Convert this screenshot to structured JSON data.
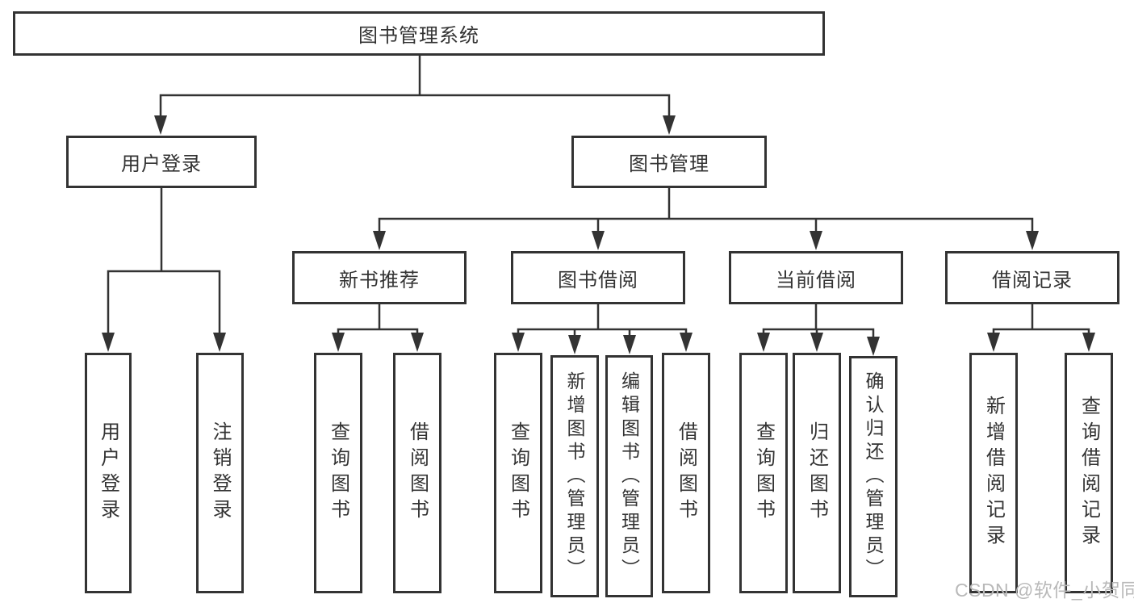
{
  "diagram": {
    "root": {
      "label": "图书管理系统"
    },
    "branches": [
      {
        "label": "用户登录",
        "children": [
          {
            "label": "用户登录"
          },
          {
            "label": "注销登录"
          }
        ]
      },
      {
        "label": "图书管理",
        "children": [
          {
            "label": "新书推荐",
            "children": [
              {
                "label": "查询图书"
              },
              {
                "label": "借阅图书"
              }
            ]
          },
          {
            "label": "图书借阅",
            "children": [
              {
                "label": "查询图书"
              },
              {
                "label": "新增图书（管理员）"
              },
              {
                "label": "编辑图书（管理员）"
              },
              {
                "label": "借阅图书"
              }
            ]
          },
          {
            "label": "当前借阅",
            "children": [
              {
                "label": "查询图书"
              },
              {
                "label": "归还图书"
              },
              {
                "label": "确认归还（管理员）"
              }
            ]
          },
          {
            "label": "借阅记录",
            "children": [
              {
                "label": "新增借阅记录"
              },
              {
                "label": "查询借阅记录"
              }
            ]
          }
        ]
      }
    ],
    "watermark": "CSDN @软件_小贺同学",
    "colors": {
      "line": "#333333",
      "text": "#333333",
      "watermark": "#b9b9b9",
      "background": "#ffffff"
    }
  }
}
